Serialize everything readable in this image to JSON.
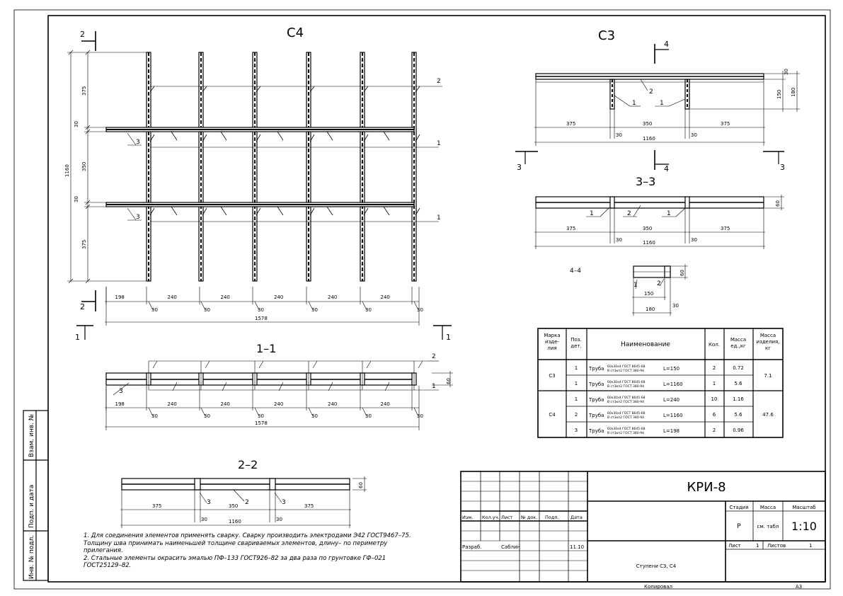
{
  "views": {
    "c4": {
      "title": "С4",
      "section_mark_top": "2",
      "section_mark_bottom": "2",
      "section_mark_left": "1",
      "section_mark_right": "1",
      "v_dims": [
        "375",
        "30",
        "350",
        "30",
        "375"
      ],
      "total_height": "1160",
      "h_dims": [
        "198",
        "240",
        "240",
        "240",
        "240",
        "240"
      ],
      "total_width": "1578",
      "joint": "30",
      "pos_labels": [
        "1",
        "1",
        "2",
        "3",
        "3"
      ]
    },
    "c3": {
      "title": "С3",
      "section_mark_top": "4",
      "section_mark_bottom": "4",
      "section_mark_left": "3",
      "section_mark_right": "3",
      "dims": [
        "375",
        "350",
        "375"
      ],
      "total": "1160",
      "joint": "30",
      "right_dims": [
        "30",
        "150",
        "180"
      ],
      "pos_labels": [
        "1",
        "1",
        "2"
      ]
    },
    "s11": {
      "title": "1–1",
      "dims": [
        "198",
        "240",
        "240",
        "240",
        "240",
        "240"
      ],
      "total": "1578",
      "joint": "30",
      "height": "60",
      "pos_labels": [
        "2",
        "1",
        "3"
      ]
    },
    "s22": {
      "title": "2–2",
      "dims": [
        "375",
        "350",
        "375"
      ],
      "total": "1160",
      "joint": "30",
      "height": "60",
      "pos_labels": [
        "3",
        "2",
        "3"
      ]
    },
    "s33": {
      "title": "3–3",
      "dims": [
        "375",
        "350",
        "375"
      ],
      "total": "1160",
      "joint": "30",
      "height": "60",
      "pos_labels": [
        "1",
        "2",
        "1"
      ]
    },
    "s44": {
      "title": "4–4",
      "dims": [
        "150",
        "180"
      ],
      "joint": "30",
      "height": "60",
      "pos_labels": [
        "1",
        "2"
      ]
    }
  },
  "spec_table": {
    "headers": [
      "Марка изделия",
      "Поз. дет.",
      "Наименование",
      "Кол.",
      "Масса ед.,кг",
      "Масса изделия, кг"
    ],
    "pipe_prefix": "Труба",
    "pipe_std_top": "60х30х4 ГОСТ 8645-68",
    "pipe_std_bottom": "В ст3кп2 ГОСТ 380-94",
    "rows": [
      {
        "mark": "С3",
        "pos": "1",
        "length": "L=150",
        "qty": "2",
        "mass": "0.72",
        "total": "7.1"
      },
      {
        "mark": "",
        "pos": "1",
        "length": "L=1160",
        "qty": "1",
        "mass": "5.6",
        "total": ""
      },
      {
        "mark": "С4",
        "pos": "1",
        "length": "L=240",
        "qty": "10",
        "mass": "1.16",
        "total": "47.6"
      },
      {
        "mark": "",
        "pos": "2",
        "length": "L=1160",
        "qty": "6",
        "mass": "5.6",
        "total": ""
      },
      {
        "mark": "",
        "pos": "3",
        "length": "L=198",
        "qty": "2",
        "mass": "0.96",
        "total": ""
      }
    ]
  },
  "notes": [
    "1. Для соединения элементов применять сварку. Сварку производить электродами Э42 ГОСТ9467–75.",
    "Толщину шва принимать наименьшей толщине свариваемых элементов, длину– по периметру",
    "прилегания.",
    "2. Стальные элементы окрасить эмалью ПФ–133 ГОСТ926–82 за два раза по грунтовке ГФ–021",
    "ГОСТ25129–82."
  ],
  "side_stamp": [
    "Инв. № подл.",
    "Подп. и дата",
    "Взам. инв. №"
  ],
  "title_block": {
    "code": "КРИ-8",
    "col_headers": [
      "Изм.",
      "Кол.уч.",
      "Лист",
      "№ док.",
      "Подп.",
      "Дата"
    ],
    "role": "Разраб.",
    "author": "Саблин",
    "date": "11.10",
    "stage_label": "Стадия",
    "mass_label": "Масса",
    "scale_label": "Масштаб",
    "stage": "Р",
    "mass": "см. табл",
    "scale": "1:10",
    "sheet_label": "Лист",
    "sheet": "1",
    "sheets_label": "Листов",
    "sheets": "1",
    "name": "Ступени С3, С4",
    "copied_label": "Копировал",
    "format": "А3"
  }
}
